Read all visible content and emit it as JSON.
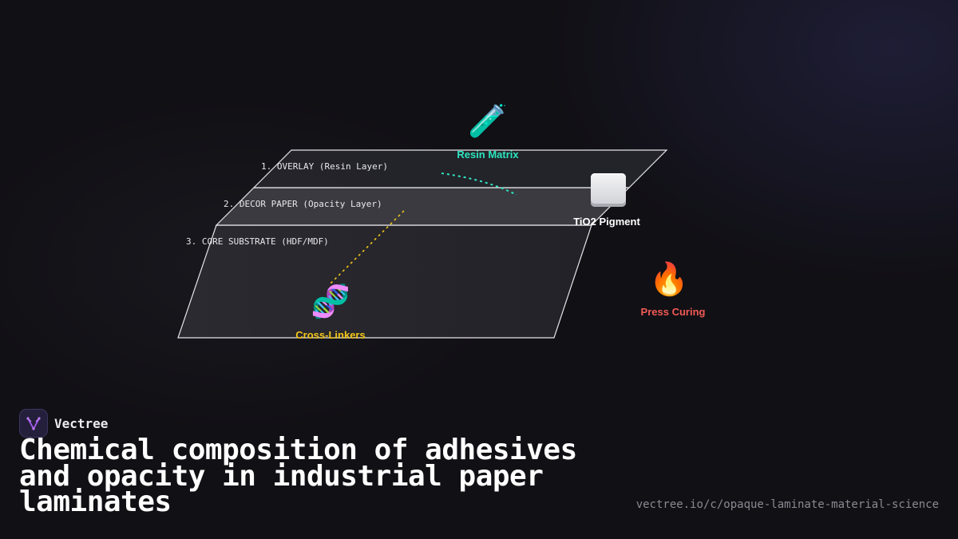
{
  "diagram": {
    "layers": [
      {
        "label": "1. OVERLAY (Resin Layer)"
      },
      {
        "label": "2. DECOR PAPER (Opacity Layer)"
      },
      {
        "label": "3. CORE SUBSTRATE (HDF/MDF)"
      }
    ],
    "callouts": [
      {
        "name": "Resin Matrix",
        "icon": "test-tube-icon",
        "glyph": "🧪",
        "color": "#2ee6c0"
      },
      {
        "name": "TiO2 Pigment",
        "icon": "white-square-icon",
        "glyph": "",
        "color": "#ffffff"
      },
      {
        "name": "Cross-Linkers",
        "icon": "dna-icon",
        "glyph": "🧬",
        "color": "#f2c418"
      },
      {
        "name": "Press Curing",
        "icon": "fire-icon",
        "glyph": "🔥",
        "color": "#f05a55"
      }
    ]
  },
  "brand": {
    "name": "Vectree",
    "logo_icon": "vectree-logo-icon"
  },
  "headline": "Chemical composition of adhesives and opacity in industrial paper laminates",
  "url": "vectree.io/c/opaque-laminate-material-science"
}
